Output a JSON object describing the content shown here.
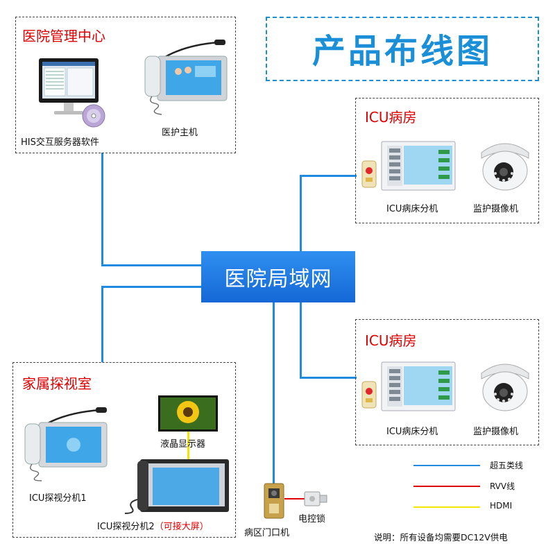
{
  "title": "产品布线图",
  "hub": {
    "label": "医院局域网"
  },
  "zones": {
    "management": {
      "title": "医院管理中心",
      "devices": {
        "his_software": "HIS交互服务器软件",
        "nurse_host": "医护主机"
      }
    },
    "icu_room_1": {
      "title": "ICU病房",
      "devices": {
        "bed_unit": "ICU病床分机",
        "camera": "监护摄像机"
      }
    },
    "icu_room_2": {
      "title": "ICU病房",
      "devices": {
        "bed_unit": "ICU病床分机",
        "camera": "监护摄像机"
      }
    },
    "family": {
      "title": "家属探视室",
      "devices": {
        "visit_unit_1": "ICU探视分机1",
        "lcd_display": "液晶显示器",
        "visit_unit_2": "ICU探视分机2",
        "visit_unit_2_note": "（可接大屏）"
      }
    }
  },
  "ward_door": {
    "door_unit": "病区门口机",
    "lock": "电控锁"
  },
  "legend": [
    {
      "label": "超五类线",
      "color": "#1f8ae0"
    },
    {
      "label": "RVV线",
      "color": "#e00000"
    },
    {
      "label": "HDMI",
      "color": "#f2e600"
    }
  ],
  "note": "说明：所有设备均需要DC12V供电",
  "colors": {
    "accent": "#1a8fd8",
    "zone_title": "#e00000",
    "cat5": "#1f8ae0"
  }
}
